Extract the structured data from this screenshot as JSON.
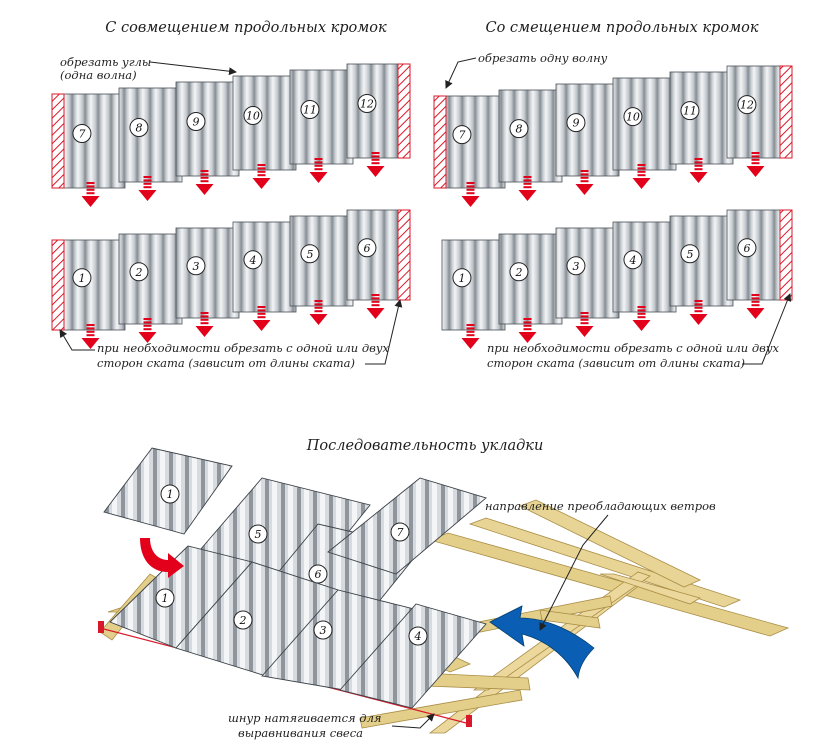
{
  "titles": {
    "left": "С совмещением продольных кромок",
    "right": "Со смещением продольных кромок",
    "bottom": "Последовательность укладки"
  },
  "notes": {
    "cut_corners_1": "обрезать углы",
    "cut_corners_2": "(одна волна)",
    "cut_one_wave": "обрезать одну волну",
    "left_cut_1": "при необходимости обрезать с одной или двух",
    "left_cut_2": "сторон ската (зависит от длины ската)",
    "right_cut_1": "при необходимости обрезать с одной или двух",
    "right_cut_2": "сторон ската (зависит от длины ската)",
    "wind": "направление преобладающих ветров",
    "cord_1": "шнур натягивается для",
    "cord_2": "выравнивания свеса"
  },
  "top_rows": {
    "upper": [
      "7",
      "8",
      "9",
      "10",
      "11",
      "12"
    ],
    "lower": [
      "1",
      "2",
      "3",
      "4",
      "5",
      "6"
    ]
  },
  "laying_sequence": [
    "1",
    "2",
    "3",
    "4",
    "5",
    "6",
    "7"
  ],
  "lifted_sheet": "1",
  "colors": {
    "sheet_light": "#eef0f2",
    "sheet_dark": "#8d949b",
    "arrow_red": "#e2001a",
    "hatch_red": "#d9182a",
    "wind_blue": "#0a5fb4",
    "batten": "#e3cf8a"
  }
}
